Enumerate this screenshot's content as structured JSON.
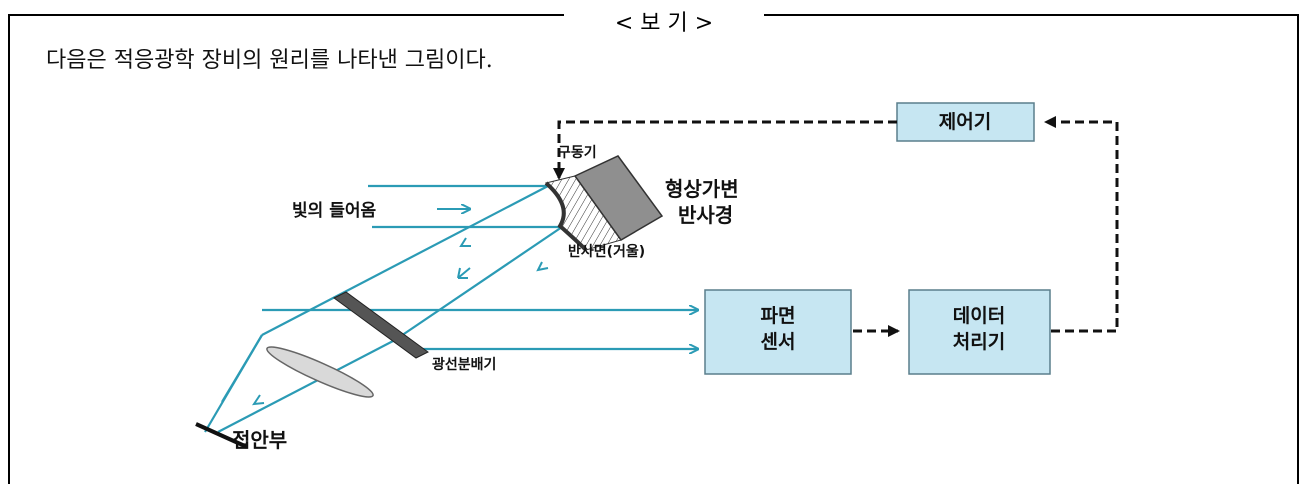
{
  "header": {
    "title": "< 보 기 >"
  },
  "intro_text": "다음은 적응광학 장비의 원리를 나타낸 그림이다.",
  "diagram": {
    "labels": {
      "light_in": "빛의 들어옴",
      "actuator": "구동기",
      "deformable_mirror_line1": "형상가변",
      "deformable_mirror_line2": "반사경",
      "mirror_surface": "반사면(거울)",
      "beam_splitter": "광선분배기",
      "eyepiece": "접안부"
    },
    "boxes": {
      "controller": "제어기",
      "wavefront_sensor_line1": "파면",
      "wavefront_sensor_line2": "센서",
      "data_processor_line1": "데이터",
      "data_processor_line2": "처리기"
    }
  },
  "colors": {
    "beam": "#2b9bb5",
    "box_fill": "#c6e6f2",
    "box_border": "#5a7f8c",
    "dash": "#111111"
  }
}
